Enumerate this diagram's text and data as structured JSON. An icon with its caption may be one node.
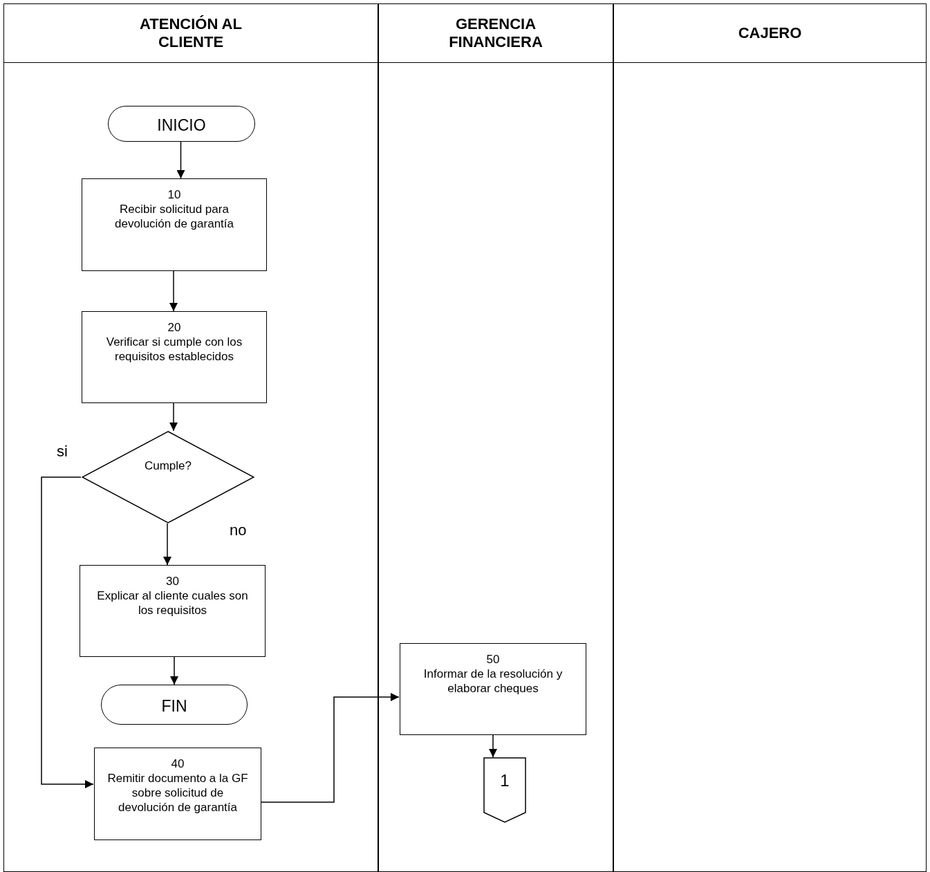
{
  "diagram": {
    "nodes": [
      {
        "text": [
          "ATENCIÓN AL CLIENTE"
        ]
      },
      {
        "text": [
          "GERENCIA FINANCIERA"
        ]
      },
      {
        "text": [
          "CAJERO"
        ]
      },
      {
        "text": [
          "INICIO"
        ],
        "in": 0
      },
      {
        "text": [
          "10",
          "Recibir solicitud para devolución de garantía"
        ],
        "in": 0
      },
      {
        "text": [
          "20",
          "Verificar si cumple con los requisitos establecidos"
        ],
        "in": 0
      },
      {
        "text": [
          "Cumple?"
        ],
        "in": 0
      },
      {
        "text": [
          "30",
          "Explicar al cliente cuales son los requisitos"
        ],
        "in": 0
      },
      {
        "text": [
          "FIN"
        ],
        "in": 0
      },
      {
        "text": [
          "40",
          "Remitir documento a la GF sobre  solicitud de devolución de garantía"
        ],
        "in": 0
      },
      {
        "text": [
          "50",
          "Informar de la resolución y elaborar cheques"
        ],
        "in": 1
      },
      {
        "text": [
          "1"
        ],
        "in": 1
      }
    ],
    "edges": [
      {
        "from": 3,
        "to": 4,
        "arrow": "to"
      },
      {
        "from": 4,
        "to": 5,
        "arrow": "to"
      },
      {
        "from": 5,
        "to": 6,
        "arrow": "to"
      },
      {
        "from": 6,
        "to": 7,
        "label": "no",
        "arrow": "to"
      },
      {
        "from": 6,
        "to": 9,
        "label": "si",
        "arrow": "to"
      },
      {
        "from": 7,
        "to": 8,
        "arrow": "to"
      },
      {
        "from": 9,
        "to": 10,
        "arrow": "to"
      },
      {
        "from": 10,
        "to": 11,
        "arrow": "to"
      }
    ]
  }
}
